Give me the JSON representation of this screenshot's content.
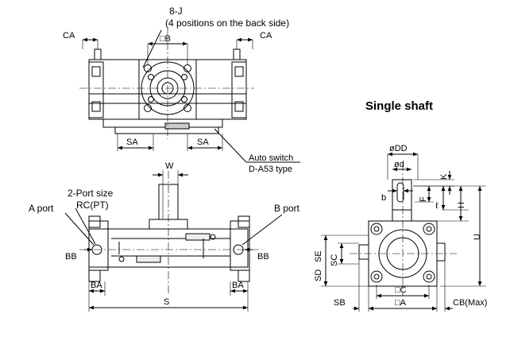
{
  "title": "Single shaft",
  "top_view": {
    "port_note": "8-J",
    "port_note_detail": "(4 positions on the back side)",
    "square_b": "□B",
    "ca_left": "CA",
    "ca_right": "CA",
    "sa_left": "SA",
    "sa_right": "SA",
    "switch_label_1": "Auto switch",
    "switch_label_2": "D-A53 type"
  },
  "front_view": {
    "w": "W",
    "two_port": "2-Port size",
    "rc": "RC(PT)",
    "a_port": "A port",
    "b_port": "B port",
    "bb_left": "BB",
    "bb_right": "BB",
    "ba_left": "BA",
    "ba_right": "BA",
    "s": "S"
  },
  "side_view": {
    "odd": "øDD",
    "od": "ød",
    "k": "K",
    "b": "b",
    "f": "F",
    "l": "ℓ",
    "h": "H",
    "u": "U",
    "se": "SE",
    "sc": "SC",
    "sd": "SD",
    "sq_c": "□C",
    "sq_a": "□A",
    "sb": "SB",
    "cb": "CB(Max)"
  }
}
